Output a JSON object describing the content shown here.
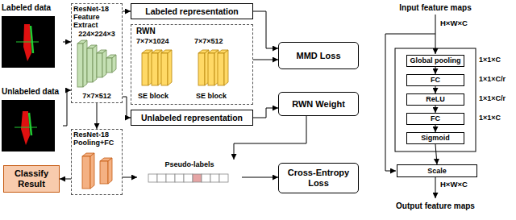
{
  "diagram": {
    "nodes": [
      {
        "text": [
          "Labeled data"
        ]
      },
      {
        "text": [
          "Unlabeled data"
        ]
      },
      {
        "text": [
          "ResNet-18 Feature Extract",
          "224×224×3",
          "7×7×512"
        ]
      },
      {
        "text": [
          "Labeled representation"
        ]
      },
      {
        "text": [
          "RWN",
          "7×7×1024",
          "7×7×512",
          "SE block",
          "SE block"
        ]
      },
      {
        "text": [
          "Unlabeled representation"
        ]
      },
      {
        "text": [
          "MMD Loss"
        ]
      },
      {
        "text": [
          "RWN Weight"
        ]
      },
      {
        "text": [
          "ResNet-18 Pooling+FC"
        ]
      },
      {
        "text": [
          "Classify Result"
        ]
      },
      {
        "text": [
          "Pseudo-labels"
        ]
      },
      {
        "text": [
          "Cross-Entropy Loss"
        ]
      },
      {
        "text": [
          "Global pooling"
        ]
      },
      {
        "text": [
          "FC"
        ]
      },
      {
        "text": [
          "ReLU"
        ]
      },
      {
        "text": [
          "FC"
        ]
      },
      {
        "text": [
          "Sigmoid"
        ]
      },
      {
        "text": [
          "Scale"
        ]
      }
    ],
    "edges": [
      {
        "from": 0,
        "to": 2,
        "arrow": "to"
      },
      {
        "from": 1,
        "to": 2,
        "arrow": "to"
      },
      {
        "from": 2,
        "to": 3,
        "arrow": "to"
      },
      {
        "from": 2,
        "to": 5,
        "arrow": "to"
      },
      {
        "from": 3,
        "to": 6,
        "arrow": "to"
      },
      {
        "from": 4,
        "to": 6,
        "arrow": "to"
      },
      {
        "from": 5,
        "to": 7,
        "arrow": "to"
      },
      {
        "from": 7,
        "to": 10,
        "arrow": "to"
      },
      {
        "from": 10,
        "to": 11,
        "arrow": "to"
      },
      {
        "from": 2,
        "to": 8,
        "arrow": "to"
      },
      {
        "from": 8,
        "to": 9,
        "arrow": "to"
      },
      {
        "from": 8,
        "to": 10,
        "arrow": "to"
      },
      {
        "from": 12,
        "to": 13,
        "arrow": "to"
      },
      {
        "from": 13,
        "to": 14,
        "arrow": "to"
      },
      {
        "from": 14,
        "to": 15,
        "arrow": "to"
      },
      {
        "from": 15,
        "to": 16,
        "arrow": "to"
      },
      {
        "from": 16,
        "to": 17,
        "arrow": "to"
      }
    ],
    "labels": [
      "Input feature maps",
      "H×W×C",
      "1×1×C",
      "1×1×C/r",
      "1×1×C/r",
      "1×1×C",
      "H×W×C",
      "Output feature maps"
    ]
  }
}
